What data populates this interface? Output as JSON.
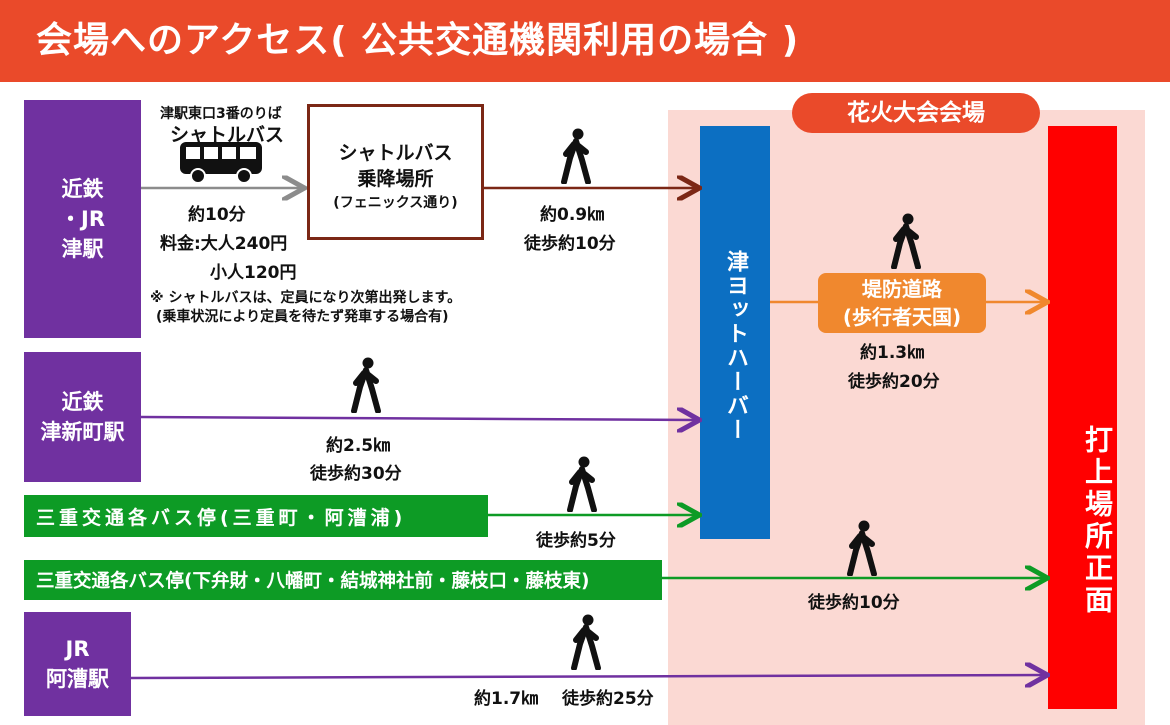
{
  "title": "会場へのアクセス( 公共交通機関利用の場合 )",
  "venue_label": "花火大会会場",
  "stations": {
    "kintetsu_tsu": [
      "近鉄",
      "・JR",
      "津駅"
    ],
    "tsushinmachi": [
      "近鉄",
      "津新町駅"
    ],
    "ako": [
      "JR",
      "阿漕駅"
    ]
  },
  "bus_stops": {
    "mie_1": "三重交通各バス停(三重町・阿漕浦)",
    "mie_2": "三重交通各バス停(下弁財・八幡町・結城神社前・藤枝口・藤枝東)"
  },
  "shuttle": {
    "note_top": "津駅東口3番のりば",
    "name": "シャトルバス",
    "time": "約10分",
    "fare_adult": "料金:大人240円",
    "fare_child": "小人120円",
    "note1": "※ シャトルバスは、定員になり次第出発します。",
    "note2": "(乗車状況により定員を待たず発車する場合有)"
  },
  "shuttle_stop": {
    "line1": "シャトルバス",
    "line2": "乗降場所",
    "line3": "(フェニックス通り)"
  },
  "routes": {
    "r1_distance": "約0.9㎞",
    "r1_time": "徒歩約10分",
    "r2_distance": "約2.5㎞",
    "r2_time": "徒歩約30分",
    "r3_time": "徒歩約5分",
    "r4_time": "徒歩約10分",
    "r5_distance": "約1.7㎞",
    "r5_time": "徒歩約25分",
    "levee_distance": "約1.3㎞",
    "levee_time": "徒歩約20分"
  },
  "harbor": "津ヨットハーバー",
  "levee": [
    "堤防道路",
    "(歩行者天国)"
  ],
  "launch_site": "打上場所正面",
  "colors": {
    "header": "#ea4a2a",
    "venue_bg": "#fbd9d3",
    "station": "#7031a0",
    "bus_stop": "#0d9b25",
    "harbor": "#0c6fc2",
    "launch": "#ff0000",
    "levee": "#f0882e"
  },
  "icons": [
    "bus-icon",
    "walker-icon"
  ]
}
